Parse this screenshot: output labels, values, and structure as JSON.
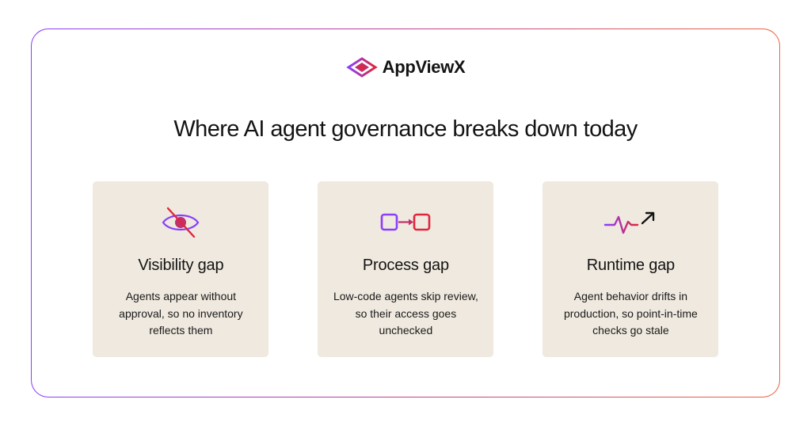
{
  "brand": {
    "name": "AppViewX",
    "colors": {
      "purple": "#8a3ffc",
      "magenta": "#c0306a",
      "red": "#e0263c",
      "orange": "#ee6440"
    }
  },
  "headline": "Where AI agent governance breaks down today",
  "cards": [
    {
      "icon": "eye-slash-icon",
      "title": "Visibility gap",
      "body": "Agents appear without approval, so no inventory reflects them"
    },
    {
      "icon": "linked-squares-icon",
      "title": "Process gap",
      "body": "Low-code agents skip review, so their access goes unchecked"
    },
    {
      "icon": "pulse-trend-icon",
      "title": "Runtime gap",
      "body": "Agent behavior drifts in production, so point-in-time checks go stale"
    }
  ],
  "card_background": "#efe9df"
}
